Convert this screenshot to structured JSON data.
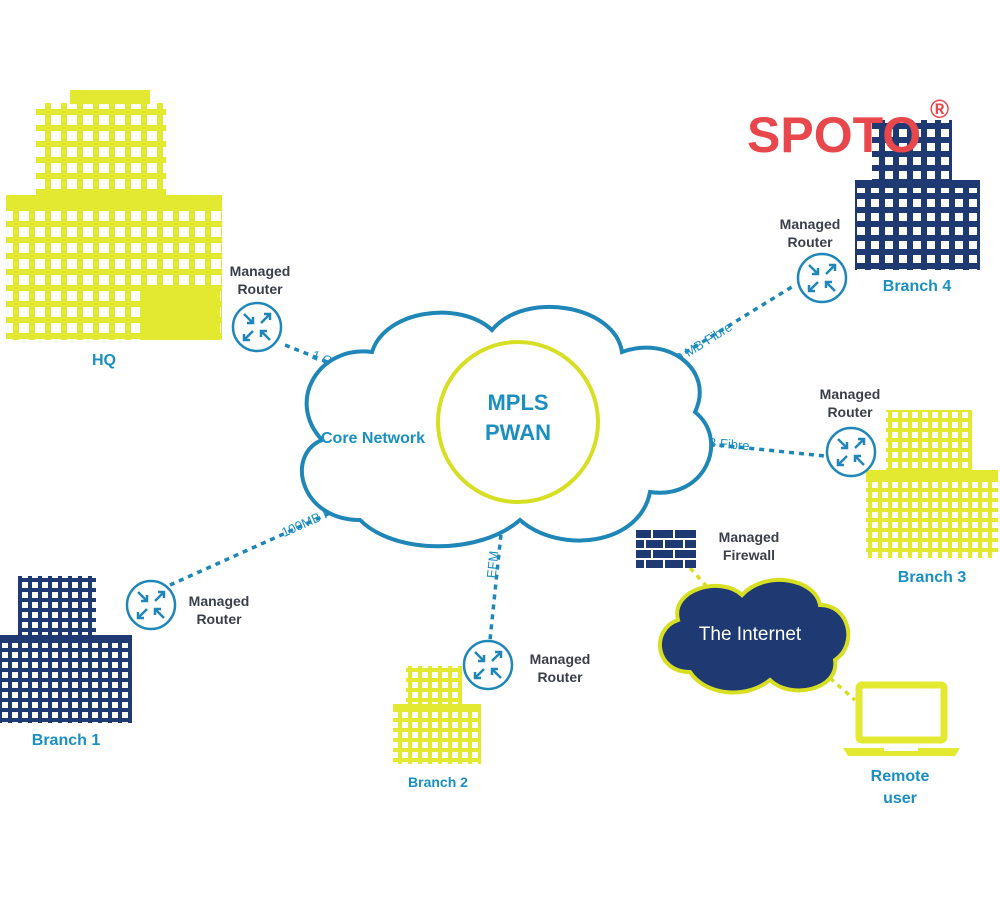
{
  "logo": {
    "text": "SPOTO",
    "mark": "®"
  },
  "core": {
    "label": "Core Network",
    "center_line1": "MPLS",
    "center_line2": "PWAN"
  },
  "sites": {
    "hq": {
      "name": "HQ",
      "router_line1": "Managed",
      "router_line2": "Router"
    },
    "branch1": {
      "name": "Branch 1",
      "router_line1": "Managed",
      "router_line2": "Router"
    },
    "branch2": {
      "name": "Branch 2",
      "router_line1": "Managed",
      "router_line2": "Router"
    },
    "branch3": {
      "name": "Branch 3",
      "router_line1": "Managed",
      "router_line2": "Router"
    },
    "branch4": {
      "name": "Branch 4",
      "router_line1": "Managed",
      "router_line2": "Router"
    }
  },
  "links": {
    "hq": "1 GB Fibre",
    "branch4": "100 MB Fibre",
    "branch3": "100MB Fibre",
    "branch1": "100MB Fibre",
    "branch2": "EFM"
  },
  "firewall": {
    "line1": "Managed",
    "line2": "Firewall"
  },
  "internet": {
    "label": "The Internet"
  },
  "remote": {
    "line1": "Remote",
    "line2": "user"
  },
  "colors": {
    "yellow": "#e3e830",
    "navy": "#1f3a73",
    "blue": "#1a8fc2",
    "logo_red": "#e8474b"
  },
  "icons": {
    "router": "router-icon",
    "firewall": "firewall-icon",
    "laptop": "laptop-icon",
    "building": "building-icon"
  }
}
